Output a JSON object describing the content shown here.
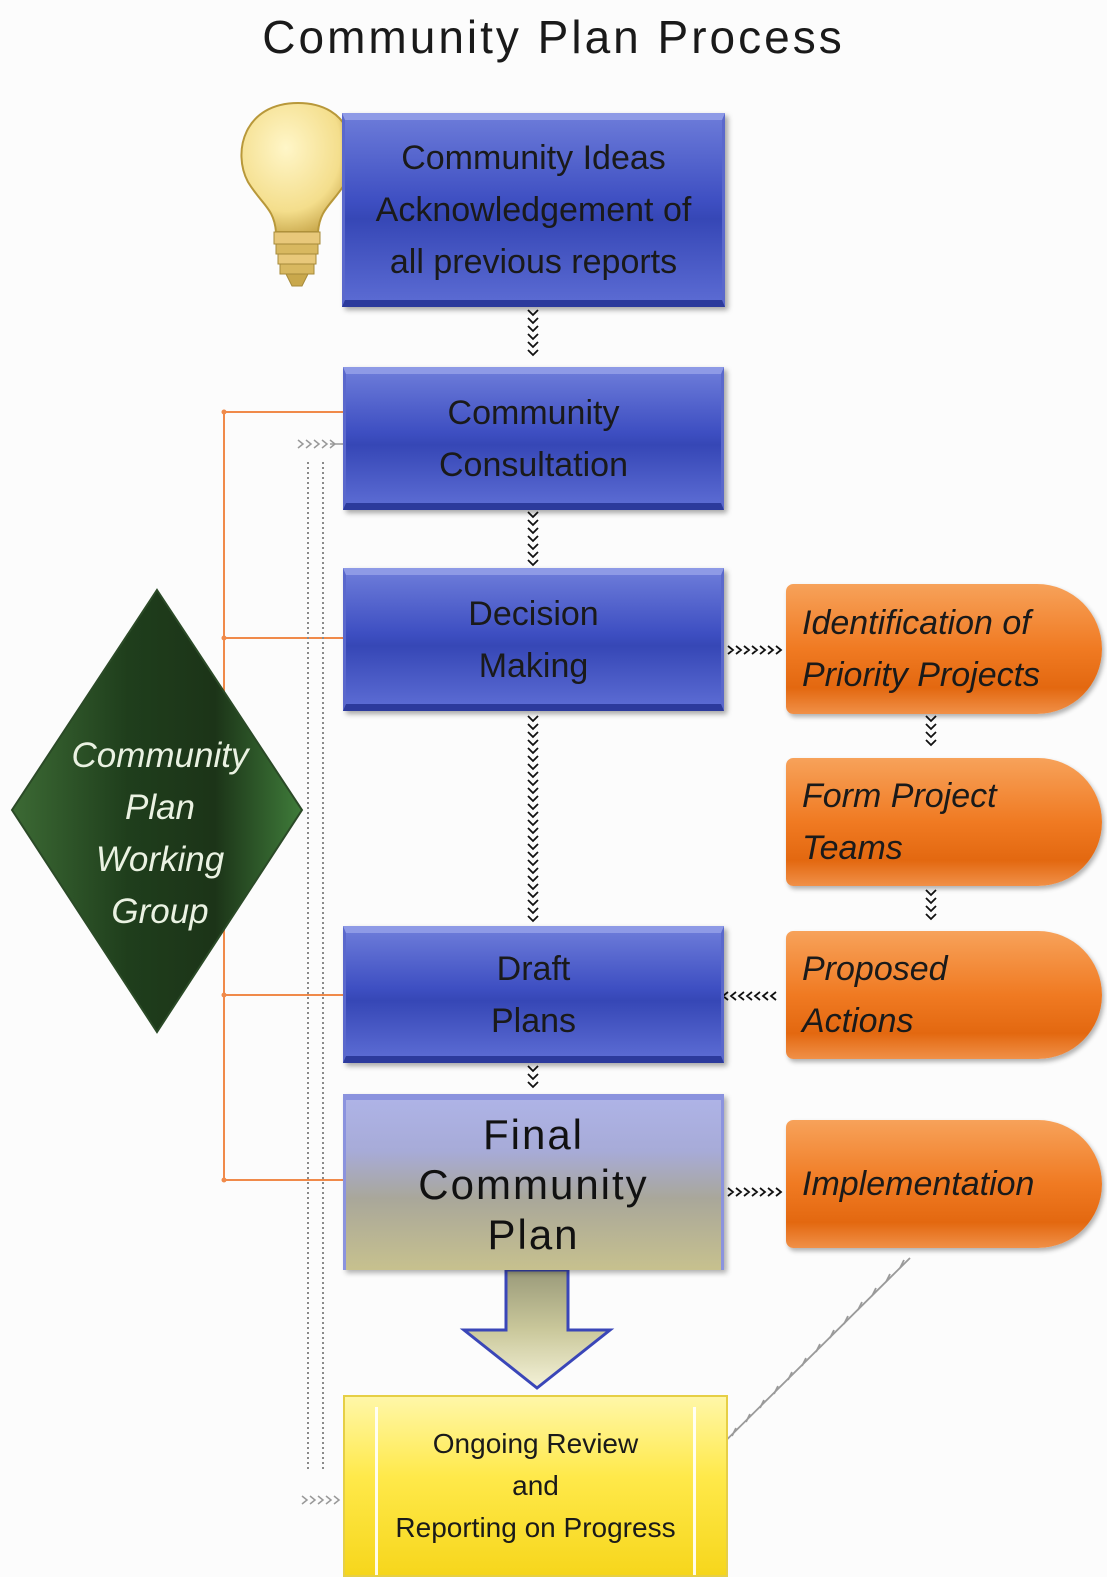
{
  "title": "Community Plan Process",
  "nodes": {
    "ideas": [
      "Community Ideas",
      "Acknowledgement of",
      "all previous reports"
    ],
    "consultation": [
      "Community",
      "Consultation"
    ],
    "decision": [
      "Decision",
      "Making"
    ],
    "draft": [
      "Draft",
      "Plans"
    ],
    "final": [
      "Final",
      "Community",
      "Plan"
    ],
    "review": [
      "Ongoing Review",
      "and",
      "Reporting on Progress"
    ],
    "priority": [
      "Identification of",
      "Priority Projects"
    ],
    "teams": [
      "Form Project",
      "Teams"
    ],
    "actions": [
      "Proposed",
      "Actions"
    ],
    "implementation": [
      "Implementation"
    ],
    "working_group": [
      "Community",
      "Plan",
      "Working",
      "Group"
    ]
  },
  "colors": {
    "blue_box": "#3e4fc2",
    "orange_box": "#f07a22",
    "yellow_box": "#ffe94a",
    "diamond": "#2f5a2a",
    "connector_orange": "#f08a4a"
  },
  "icons": [
    "lightbulb-icon",
    "down-arrow-icon"
  ]
}
